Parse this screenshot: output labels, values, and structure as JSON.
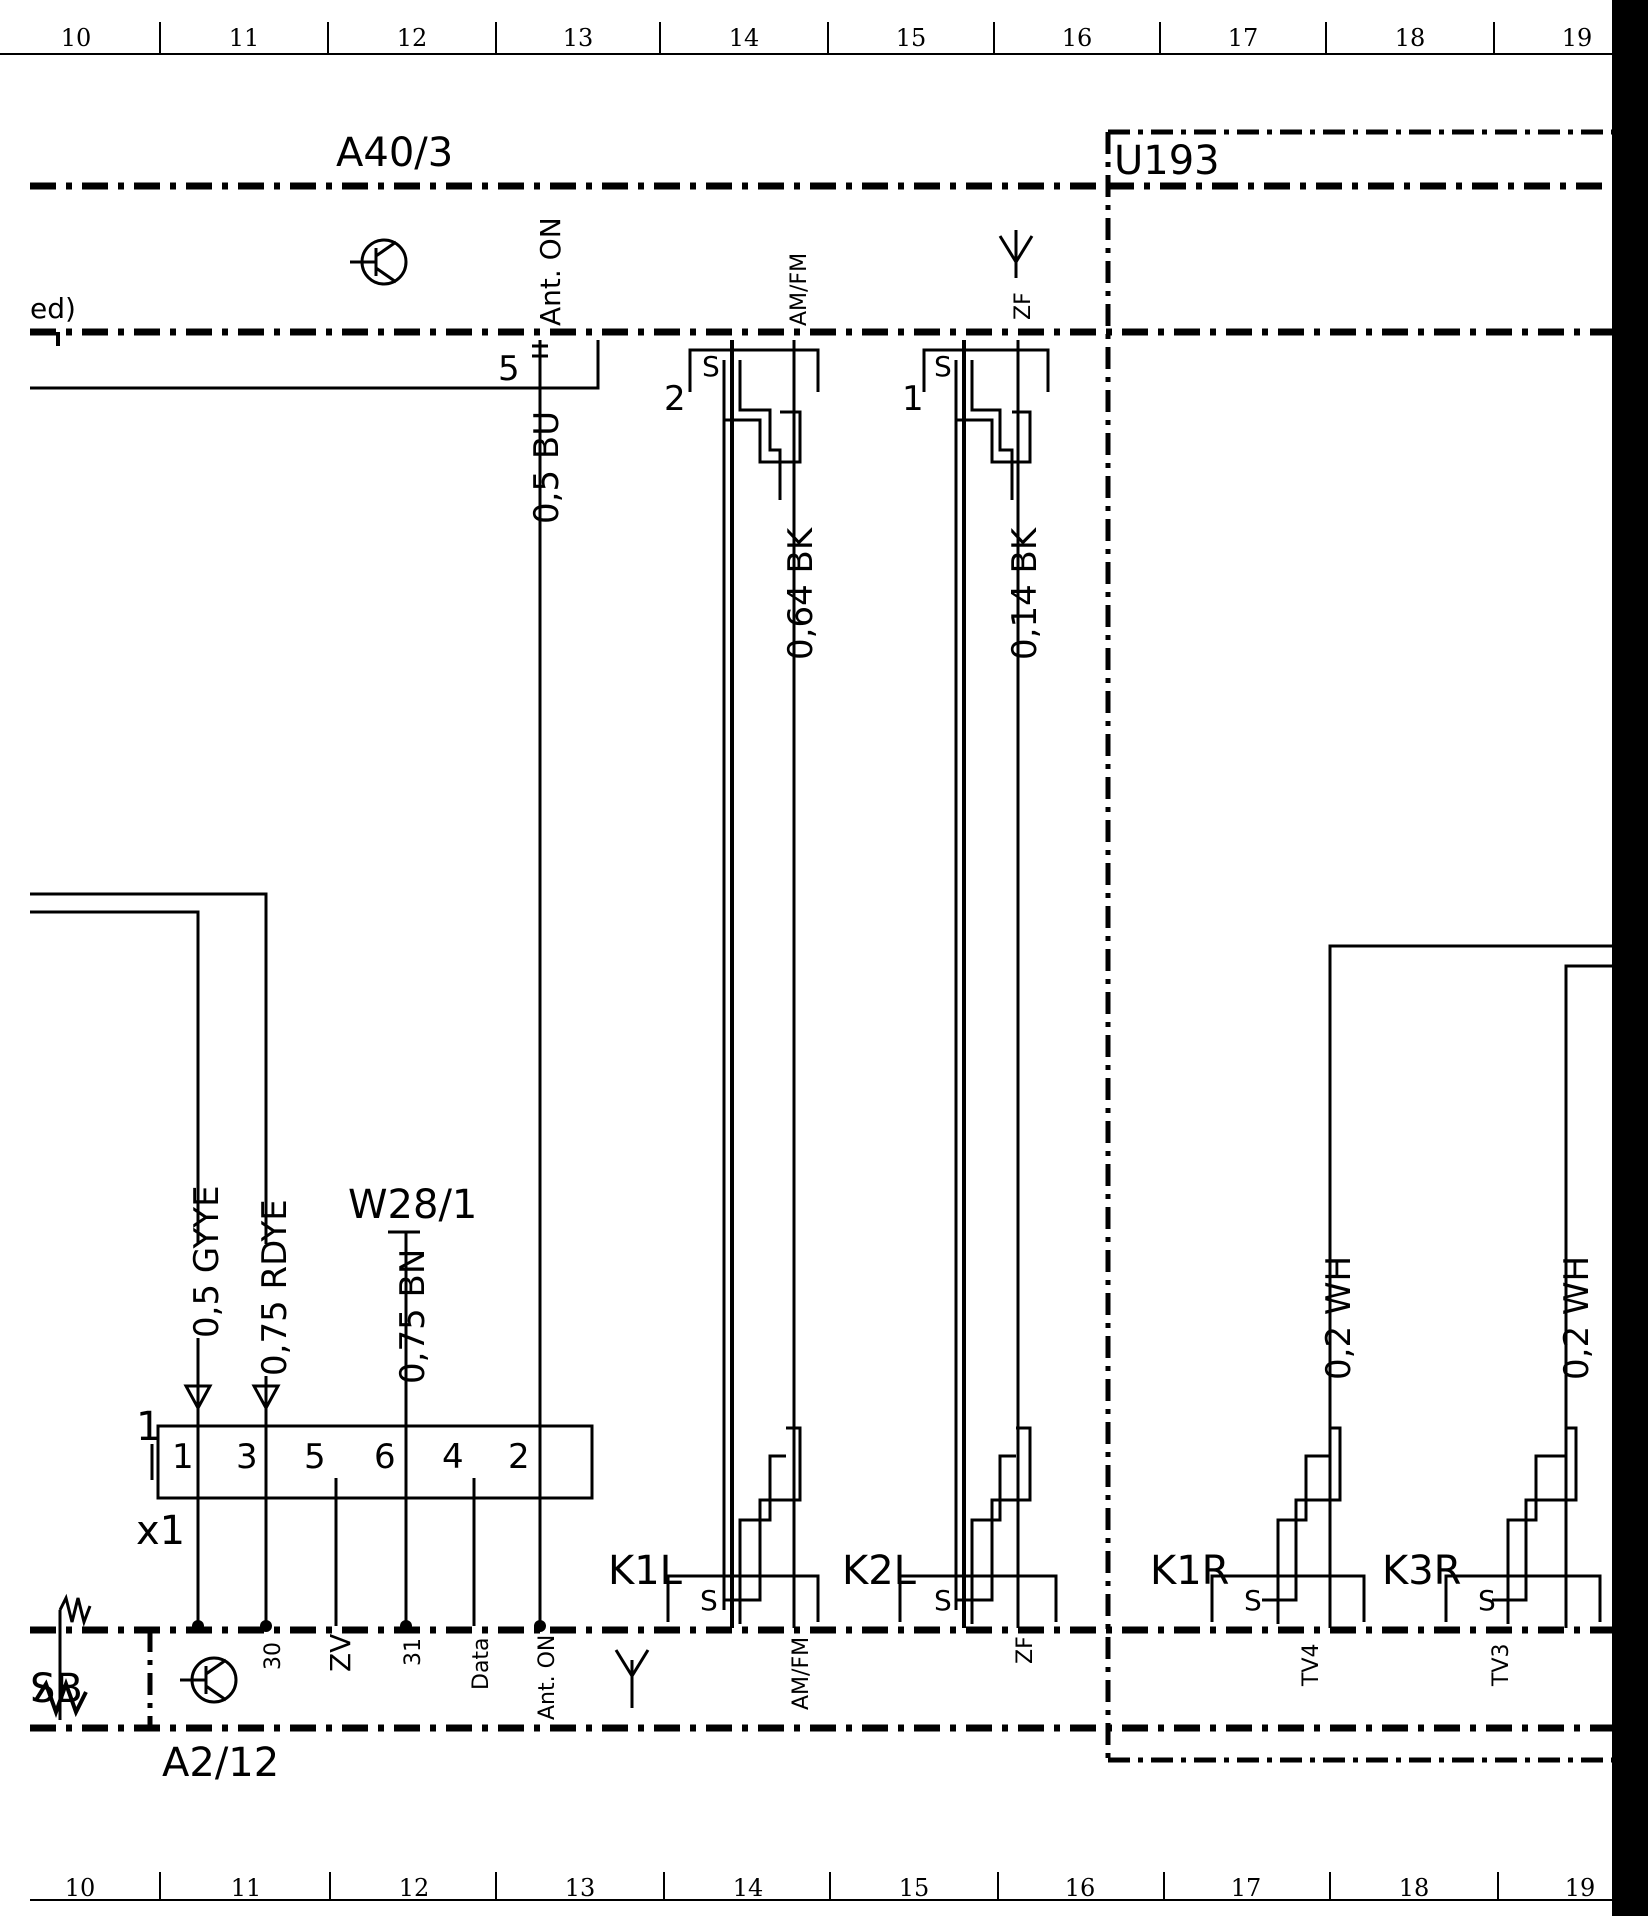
{
  "grid": {
    "top": [
      "10",
      "11",
      "12",
      "13",
      "14",
      "15",
      "16",
      "17",
      "18",
      "19"
    ],
    "bottom": [
      "10",
      "11",
      "12",
      "13",
      "14",
      "15",
      "16",
      "17",
      "18",
      "19"
    ]
  },
  "components": {
    "a40_3": "A40/3",
    "u193": "U193",
    "a2_12": "A2/12",
    "w28_1": "W28/1",
    "sb": "SB",
    "ed_fragment": "ed)"
  },
  "connectors": {
    "x1": "x1",
    "x1_num": "1",
    "a40_pin5": "5",
    "shield1_num": "2",
    "shield2_num": "1",
    "k1l": "K1L",
    "k2l": "K2L",
    "k1r": "K1R",
    "k3r": "K3R",
    "s": "S"
  },
  "pins": {
    "p1": "1",
    "p3": "3",
    "p5": "5",
    "p6": "6",
    "p4": "4",
    "p2": "2"
  },
  "wires": {
    "w_bu": "0,5 BU",
    "w_bk064": "0,64 BK",
    "w_bk014": "0,14 BK",
    "w_gyye": "0,5 GYYE",
    "w_rdye": "0,75 RDYE",
    "w_bn": "0,75 BN",
    "w_wh1": "0,2 WH",
    "w_wh2": "0,2 WH"
  },
  "signals_top": {
    "ant_on": "Ant. ON",
    "am_fm": "AM/FM",
    "zf": "ZF"
  },
  "signals_bottom": {
    "s30": "30",
    "zv": "ZV",
    "s31": "31",
    "data": "Data",
    "ant_on": "Ant. ON",
    "am_fm": "AM/FM",
    "zf": "ZF",
    "tv4": "TV4",
    "tv3": "TV3"
  }
}
